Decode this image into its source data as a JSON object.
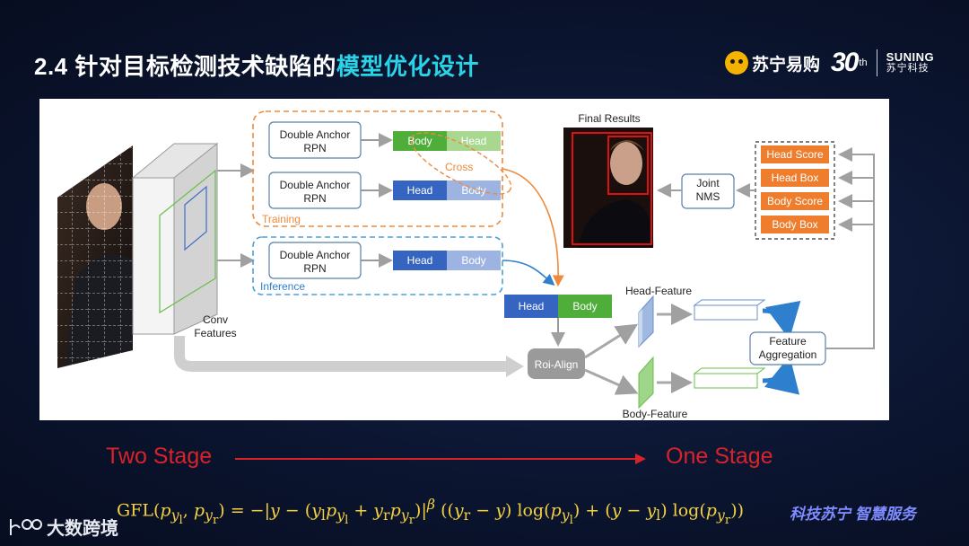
{
  "title": {
    "prefix": "2.4 针对目标检测技术缺陷的",
    "accent": "模型优化设计"
  },
  "brand": {
    "name": "苏宁易购",
    "anniversary": "30",
    "anniversary_suffix": "th",
    "en": "SUNING",
    "cn": "苏宁科技"
  },
  "diagram": {
    "rpn_label": "Double Anchor\nRPN",
    "rows": [
      {
        "first": "Body",
        "second": "Head"
      },
      {
        "first": "Head",
        "second": "Body"
      },
      {
        "first": "Head",
        "second": "Body"
      }
    ],
    "training_label": "Training",
    "inference_label": "Inference",
    "cross_label": "Cross",
    "conv_label": "Conv\nFeatures",
    "merged_head": "Head",
    "merged_body": "Body",
    "roi_align": "Roi-Align",
    "head_feature": "Head-Feature",
    "body_feature": "Body-Feature",
    "feature_aggregation": "Feature\nAggregation",
    "final_results": "Final Results",
    "joint_nms": "Joint\nNMS",
    "outputs": [
      "Head Score",
      "Head Box",
      "Body Score",
      "Body Box"
    ],
    "colors": {
      "green": "#7cc35a",
      "blue": "#3f6fc4",
      "orange": "#ee8a3c",
      "inference": "#4a9fd8",
      "red_box": "#e01010"
    }
  },
  "stages": {
    "left": "Two Stage",
    "right": "One Stage"
  },
  "slogan": "科技苏宁 智慧服务",
  "footer": {
    "logo_text": "大数跨境"
  }
}
